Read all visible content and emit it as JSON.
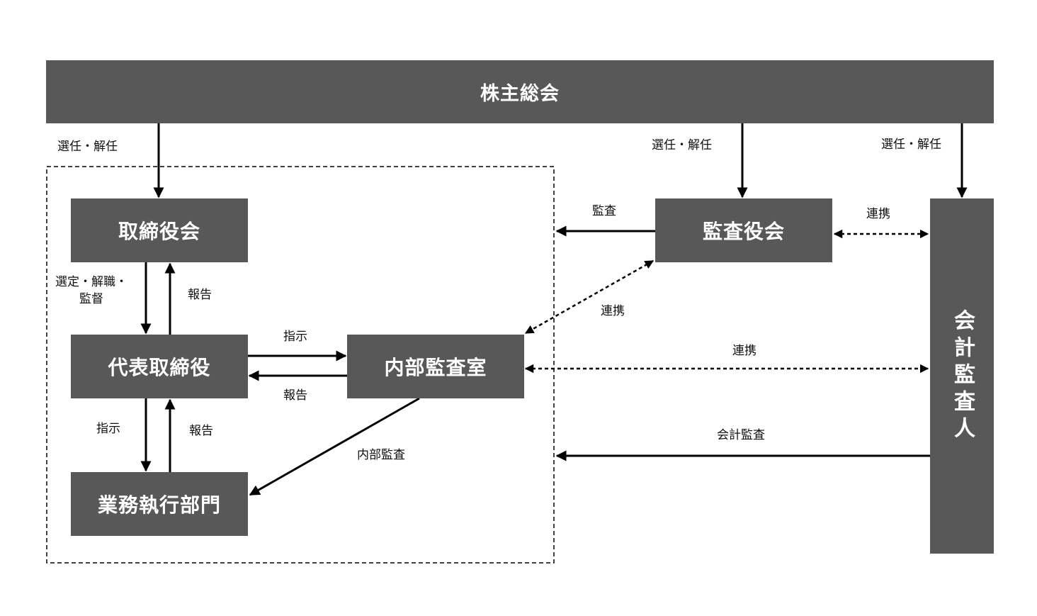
{
  "nodes": {
    "shareholders_meeting": "株主総会",
    "board_of_directors": "取締役会",
    "audit_board": "監査役会",
    "accounting_auditor": "会計監査人",
    "representative_director": "代表取締役",
    "internal_audit_office": "内部監査室",
    "business_execution": "業務執行部門"
  },
  "edges": {
    "elect_dismiss_board": "選任・解任",
    "elect_dismiss_audit": "選任・解任",
    "elect_dismiss_accounting": "選任・解任",
    "audit_from_board": "監査",
    "coop_audit_accounting": "連携",
    "select_dismiss_supervise": "選定・解職・監督",
    "report_to_board": "報告",
    "coop_audit_internal": "連携",
    "instruct_to_internal": "指示",
    "report_from_internal": "報告",
    "coop_internal_accounting": "連携",
    "instruct_to_business": "指示",
    "report_from_business": "報告",
    "internal_audit": "内部監査",
    "accounting_audit": "会計監査"
  },
  "colors": {
    "box": "#585858",
    "line": "#000000",
    "text": "#111111"
  }
}
